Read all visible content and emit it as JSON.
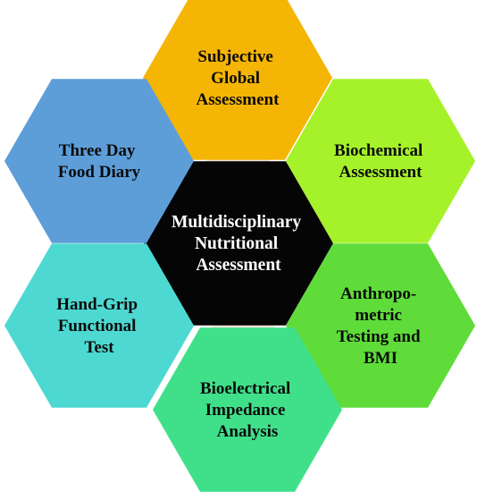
{
  "center": {
    "label_lines": [
      "Multidisciplinary",
      "Nutritional",
      "Assessment"
    ],
    "color": "#050505",
    "text_color": "#ffffff"
  },
  "nodes": [
    {
      "id": "subjective-global-assessment",
      "label_lines": [
        "Subjective",
        "Global",
        "Assessment"
      ],
      "color": "#F5B505"
    },
    {
      "id": "biochemical-assessment",
      "label_lines": [
        "Biochemical",
        "Assessment"
      ],
      "color": "#A6F22A"
    },
    {
      "id": "anthropometric-testing-and-bmi",
      "label_lines": [
        "Anthropo-",
        "metric",
        "Testing and",
        "BMI"
      ],
      "color": "#5FDC3A"
    },
    {
      "id": "bioelectrical-impedance-analysis",
      "label_lines": [
        "Bioelectrical",
        "Impedance",
        "Analysis"
      ],
      "color": "#40E08A"
    },
    {
      "id": "hand-grip-functional-test",
      "label_lines": [
        "Hand-Grip",
        "Functional",
        "Test"
      ],
      "color": "#4DD9D2"
    },
    {
      "id": "three-day-food-diary",
      "label_lines": [
        "Three Day",
        "Food Diary"
      ],
      "color": "#5D9ED9"
    }
  ],
  "colors": {
    "text": "#0b0b0b",
    "connector": "#ECE6D6"
  }
}
